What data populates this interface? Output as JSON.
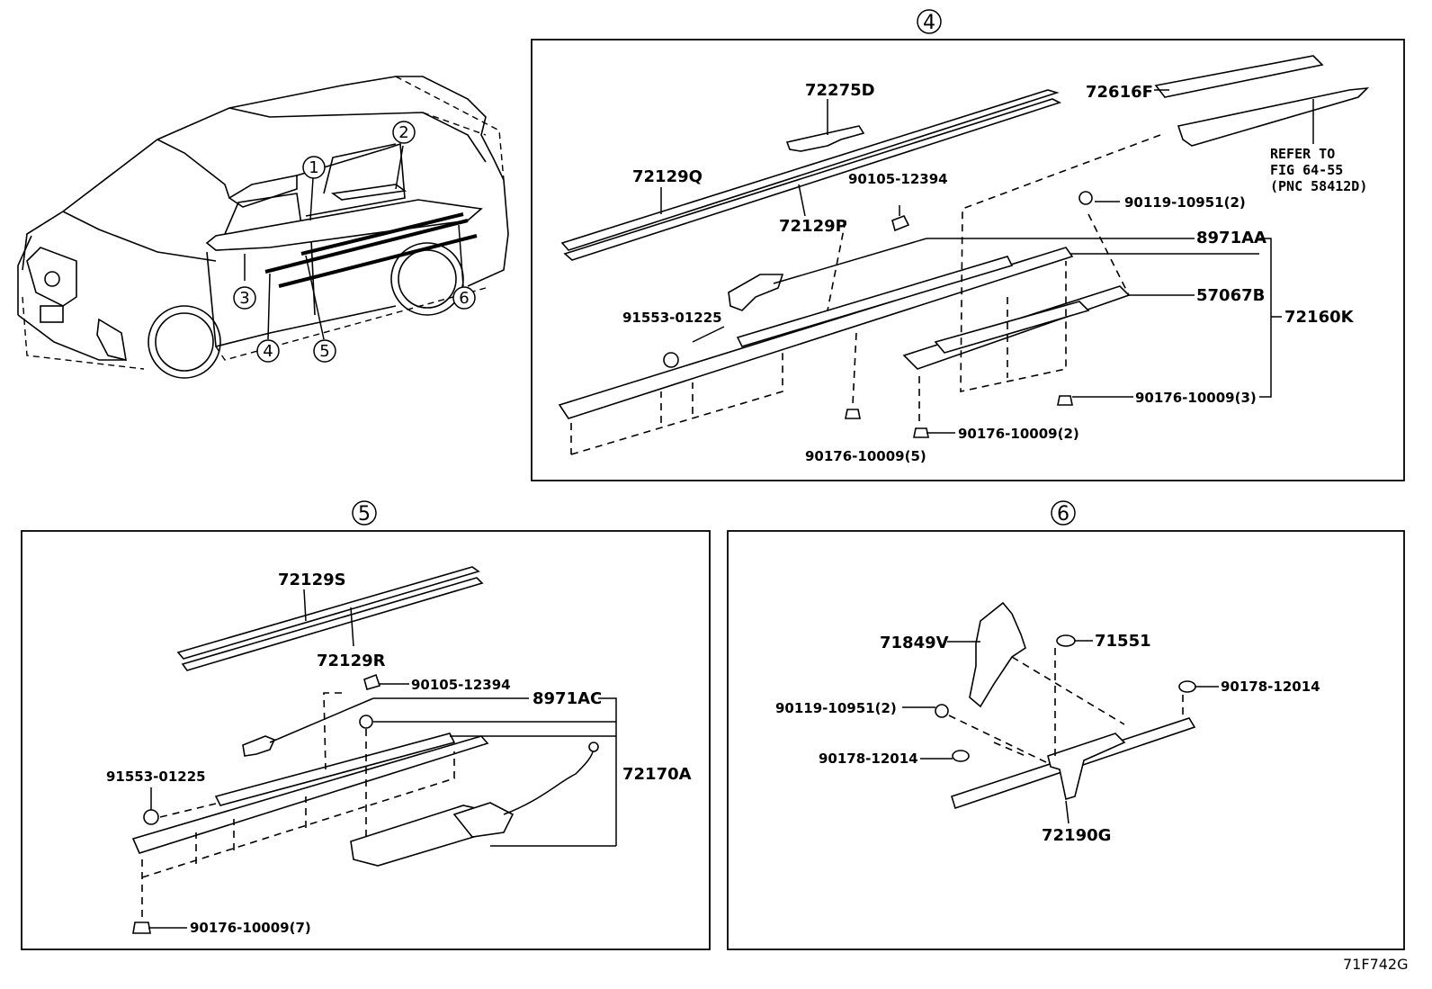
{
  "callouts": {
    "c1": "1",
    "c2": "2",
    "c3": "3",
    "c4": "4",
    "c5": "5",
    "c6": "6"
  },
  "sections": {
    "s4": "4",
    "s5": "5",
    "s6": "6"
  },
  "panel4": {
    "p72275D": "72275D",
    "p72616F": "72616F",
    "refer_line1": "REFER TO",
    "refer_line2": "FIG 64-55",
    "refer_line3": "(PNC 58412D)",
    "p72129Q": "72129Q",
    "p90105_12394": "90105-12394",
    "p72129P": "72129P",
    "p90119_10951_2": "90119-10951(2)",
    "p8971AA": "8971AA",
    "p57067B": "57067B",
    "p72160K": "72160K",
    "p91553_01225": "91553-01225",
    "p90176_10009_3": "90176-10009(3)",
    "p90176_10009_2": "90176-10009(2)",
    "p90176_10009_5": "90176-10009(5)"
  },
  "panel5": {
    "p72129S": "72129S",
    "p72129R": "72129R",
    "p90105_12394": "90105-12394",
    "p8971AC": "8971AC",
    "p72170A": "72170A",
    "p91553_01225": "91553-01225",
    "p90176_10009_7": "90176-10009(7)"
  },
  "panel6": {
    "p71849V": "71849V",
    "p71551": "71551",
    "p90178_12014_a": "90178-12014",
    "p90119_10951_2": "90119-10951(2)",
    "p90178_12014_b": "90178-12014",
    "p72190G": "72190G"
  },
  "figure_code": "71F742G"
}
